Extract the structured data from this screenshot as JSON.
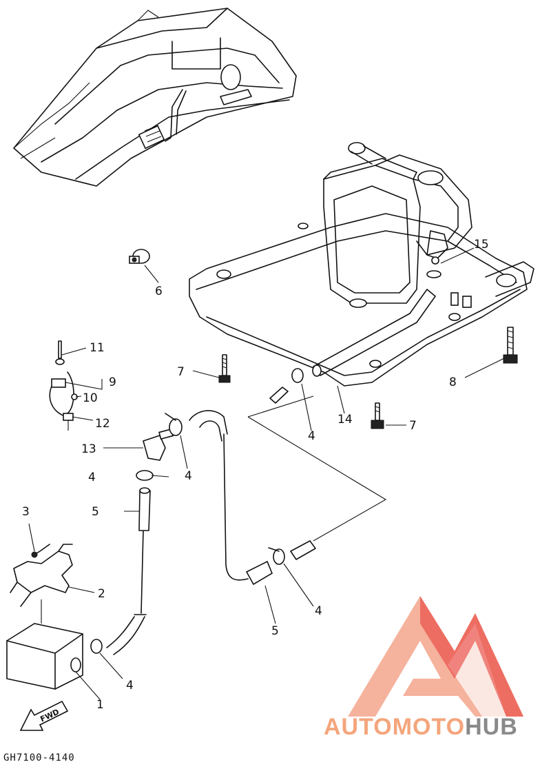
{
  "diagram": {
    "code": "GH7100-4140",
    "fwd_label": "FWD",
    "callouts": [
      {
        "id": "c1",
        "text": "1"
      },
      {
        "id": "c2",
        "text": "2"
      },
      {
        "id": "c3",
        "text": "3"
      },
      {
        "id": "c4a",
        "text": "4"
      },
      {
        "id": "c4b",
        "text": "4"
      },
      {
        "id": "c4c",
        "text": "4"
      },
      {
        "id": "c4d",
        "text": "4"
      },
      {
        "id": "c4e",
        "text": "4"
      },
      {
        "id": "c5a",
        "text": "5"
      },
      {
        "id": "c5b",
        "text": "5"
      },
      {
        "id": "c6",
        "text": "6"
      },
      {
        "id": "c7a",
        "text": "7"
      },
      {
        "id": "c7b",
        "text": "7"
      },
      {
        "id": "c8",
        "text": "8"
      },
      {
        "id": "c9",
        "text": "9"
      },
      {
        "id": "c10",
        "text": "10"
      },
      {
        "id": "c11",
        "text": "11"
      },
      {
        "id": "c12",
        "text": "12"
      },
      {
        "id": "c13",
        "text": "13"
      },
      {
        "id": "c14",
        "text": "14"
      },
      {
        "id": "c15",
        "text": "15"
      }
    ]
  },
  "watermark": {
    "part1": "AUTO",
    "part2": "MOTO",
    "part3": "HUB",
    "color_light": "#f4a57c",
    "color_red": "#e8403a",
    "color_grey": "#8a8a8a"
  }
}
